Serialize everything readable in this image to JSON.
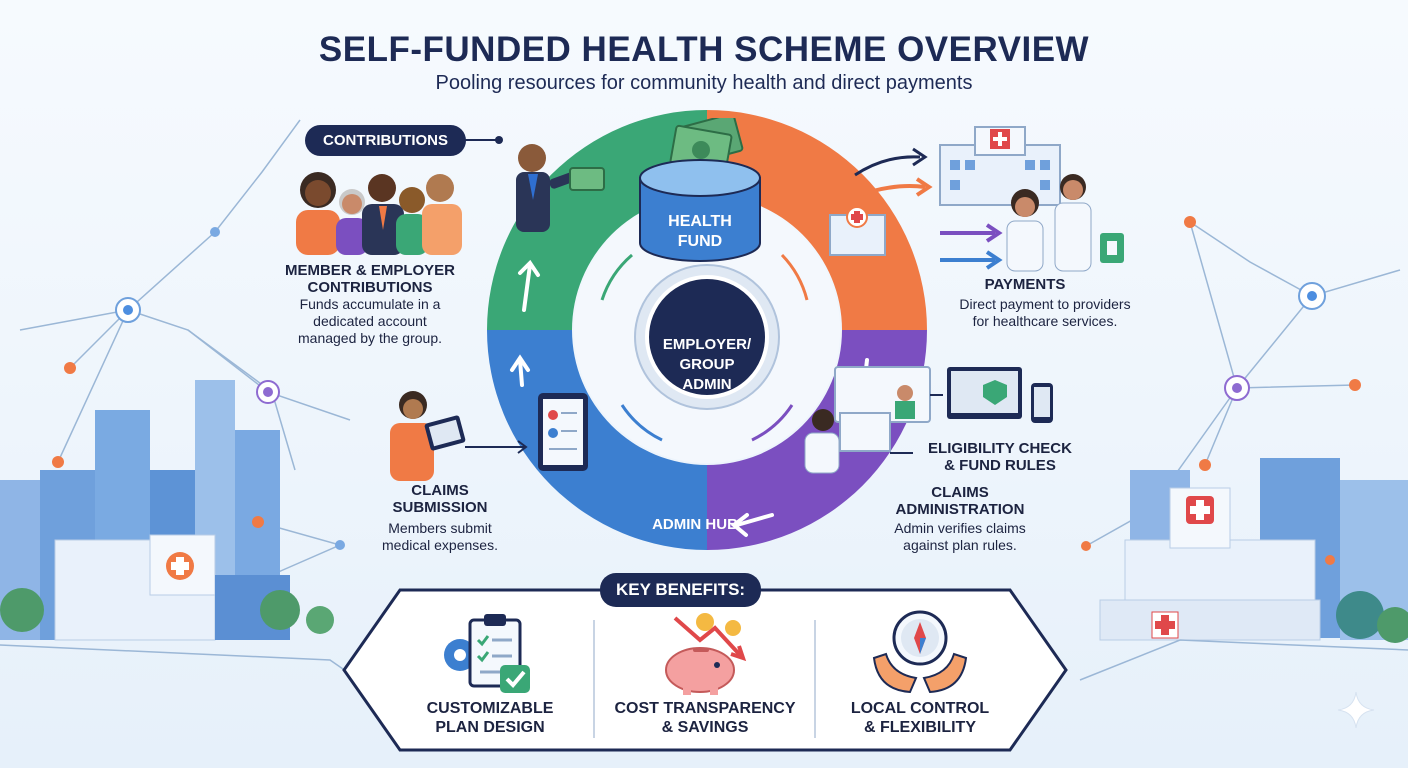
{
  "header": {
    "title": "SELF-FUNDED HEALTH SCHEME OVERVIEW",
    "subtitle": "Pooling resources for community health and direct payments"
  },
  "cycle": {
    "fund_label_1": "HEALTH",
    "fund_label_2": "FUND",
    "center_label_1": "EMPLOYER/",
    "center_label_2": "GROUP",
    "center_label_3": "ADMIN",
    "hub_label": "ADMIN HUB"
  },
  "contributions": {
    "pill": "CONTRIBUTIONS",
    "title_1": "MEMBER & EMPLOYER",
    "title_2": "CONTRIBUTIONS",
    "desc_1": "Funds accumulate in a",
    "desc_2": "dedicated account",
    "desc_3": "managed by the group."
  },
  "payments": {
    "title": "PAYMENTS",
    "desc_1": "Direct payment to providers",
    "desc_2": "for healthcare services."
  },
  "eligibility": {
    "title_1": "ELIGIBILITY CHECK",
    "title_2": "& FUND RULES"
  },
  "claims_admin": {
    "title_1": "CLAIMS",
    "title_2": "ADMINISTRATION",
    "desc_1": "Admin verifies claims",
    "desc_2": "against plan rules."
  },
  "claims_submission": {
    "title_1": "CLAIMS",
    "title_2": "SUBMISSION",
    "desc_1": "Members submit",
    "desc_2": "medical expenses."
  },
  "benefits": {
    "heading": "KEY BENEFITS:",
    "items": [
      {
        "label": "CUSTOMIZABLE\nPLAN DESIGN",
        "icon": "clipboard-gear-icon"
      },
      {
        "label": "COST TRANSPARENCY\n& SAVINGS",
        "icon": "piggy-bank-icon"
      },
      {
        "label": "LOCAL CONTROL\n& FLEXIBILITY",
        "icon": "compass-hands-icon"
      }
    ]
  },
  "colors": {
    "navy": "#1d2a55",
    "green": "#3aa776",
    "orange": "#f07a45",
    "purple": "#7b4fc0",
    "blue": "#3c7fd0"
  }
}
